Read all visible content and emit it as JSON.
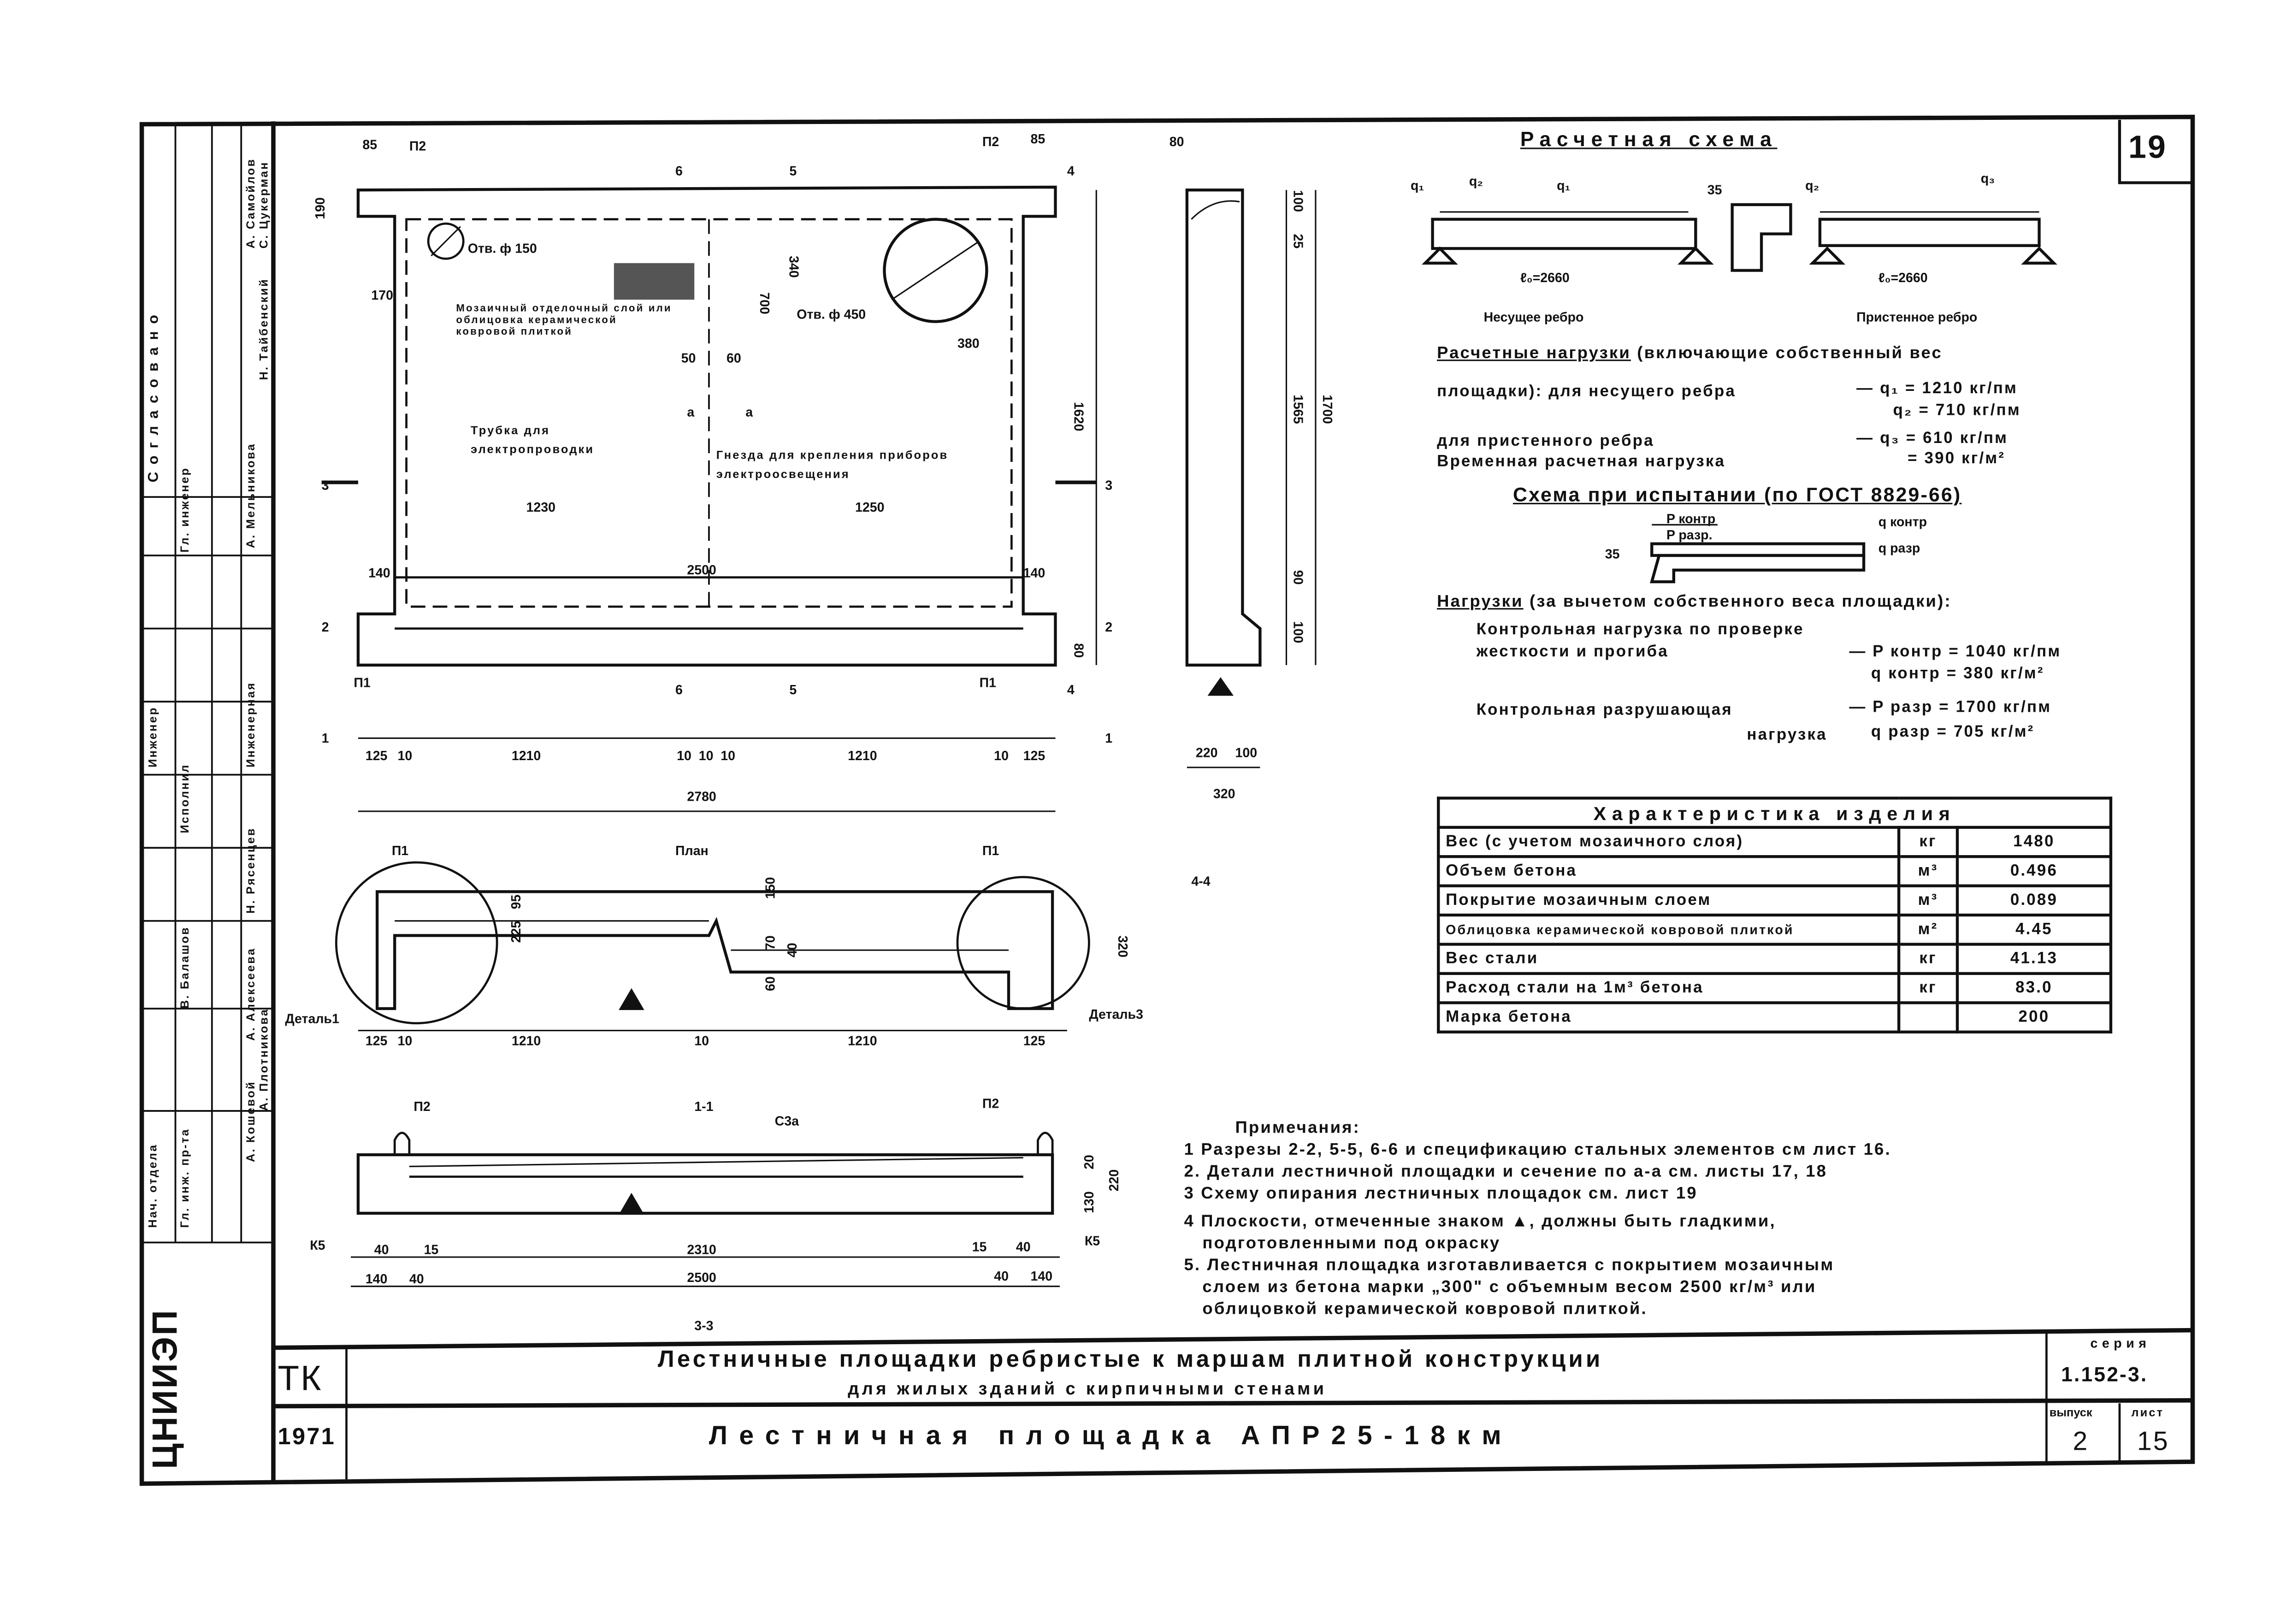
{
  "sheet_number": "19",
  "plan": {
    "title": "План",
    "labels": {
      "p2_left": "П2",
      "p2_right": "П2",
      "p1_left": "П1",
      "p1_right": "П1",
      "hole_small": "Отв. ф 150",
      "hole_large": "Отв. ф 450",
      "mosaic": "Мозаичный отделочный слой или облицовка керамической ковровой плиткой",
      "tube": "Трубка для электропроводки",
      "socket": "Гнезда для крепления приборов электроосвещения",
      "section_a": "а"
    },
    "dims": {
      "d85a": "85",
      "d85b": "85",
      "d190": "190",
      "d170": "170",
      "d340": "340",
      "d700": "700",
      "d380": "380",
      "d50": "50",
      "d60": "60",
      "d1230": "1230",
      "d1250": "1250",
      "d2500": "2500",
      "d140a": "140",
      "d140b": "140",
      "d1620": "1620",
      "d80": "80",
      "d125a": "125",
      "d10a": "10",
      "d1210a": "1210",
      "d10b": "10",
      "d10c": "10",
      "d10d": "10",
      "d1210b": "1210",
      "d10e": "10",
      "d125b": "125",
      "d2780": "2780"
    },
    "cuts": {
      "c6": "6",
      "c5": "5",
      "c4": "4",
      "c3": "3",
      "c2": "2",
      "c1": "1"
    }
  },
  "section_4_4": {
    "title": "4-4",
    "dims": {
      "d80": "80",
      "d100": "100",
      "d25": "25",
      "d1565": "1565",
      "d1700": "1700",
      "d90": "90",
      "d100b": "100",
      "d220": "220",
      "d100c": "100",
      "d320": "320"
    }
  },
  "section_1_1": {
    "title": "1-1",
    "labels": {
      "p1a": "П1",
      "p1b": "П1",
      "detail1": "Деталь1",
      "detail3": "Деталь3"
    },
    "dims": {
      "d225": "225",
      "d95": "95",
      "d320": "320",
      "d150": "150",
      "d70": "70",
      "d40": "40",
      "d60": "60",
      "d125a": "125",
      "d10a": "10",
      "d1210a": "1210",
      "d10b": "10",
      "d1210b": "1210",
      "d125b": "125"
    }
  },
  "section_3_3": {
    "title": "3-3",
    "labels": {
      "p2a": "П2",
      "p2b": "П2",
      "c3a": "С3а",
      "k5a": "К5",
      "k5b": "К5"
    },
    "dims": {
      "d40a": "40",
      "d15a": "15",
      "d2310": "2310",
      "d15b": "15",
      "d40b": "40",
      "d140a": "140",
      "d40c": "40",
      "d2500": "2500",
      "d40d": "40",
      "d140b": "140",
      "d130": "130",
      "d20": "20",
      "d220": "220"
    }
  },
  "calc_scheme": {
    "title": "Расчетная схема",
    "bearing_rib": "Несущее ребро",
    "wall_rib": "Пристенное ребро",
    "span_left": "ℓ₀=2660",
    "span_right": "ℓ₀=2660",
    "q_labels": [
      "q₁",
      "q₂",
      "q₁",
      "q₂",
      "q₃"
    ],
    "d35": "35"
  },
  "loads": {
    "heading": "Расчетные нагрузки",
    "heading_rest": "(включающие собственный вес",
    "line2": "площадки): для несущего ребра",
    "q1": "— q₁ = 1210 кг/пм",
    "q2": "q₂ = 710 кг/пм",
    "wall_rib": "для пристенного ребра",
    "q3": "— q₃ = 610 кг/пм",
    "temp": "Временная расчетная нагрузка",
    "temp_val": "= 390 кг/м²"
  },
  "test_scheme": {
    "title": "Схема при испытании (по ГОСТ 8829-66)",
    "d35": "35",
    "p_contr": "P контр",
    "p_razr": "P разр.",
    "q_contr": "q контр",
    "q_razr": "q разр"
  },
  "test_loads": {
    "heading": "Нагрузки",
    "heading_rest": "(за вычетом собственного веса площадки):",
    "control1": "Контрольная нагрузка по проверке",
    "control2": "жесткости и прогиба",
    "p_contr": "— P контр = 1040 кг/пм",
    "q_contr": "q контр = 380 кг/м²",
    "destr1": "Контрольная разрушающая",
    "destr2": "нагрузка",
    "p_razr": "— P разр = 1700 кг/пм",
    "q_razr": "q разр = 705 кг/м²"
  },
  "characteristics": {
    "title": "Характеристика изделия",
    "rows": [
      {
        "name": "Вес (с учетом мозаичного слоя)",
        "unit": "кг",
        "value": "1480"
      },
      {
        "name": "Объем бетона",
        "unit": "м³",
        "value": "0.496"
      },
      {
        "name": "Покрытие мозаичным слоем",
        "unit": "м³",
        "value": "0.089"
      },
      {
        "name": "Облицовка керамической ковровой плиткой",
        "unit": "м²",
        "value": "4.45"
      },
      {
        "name": "Вес стали",
        "unit": "кг",
        "value": "41.13"
      },
      {
        "name": "Расход стали на 1м³ бетона",
        "unit": "кг",
        "value": "83.0"
      },
      {
        "name": "Марка бетона",
        "unit": "",
        "value": "200"
      }
    ]
  },
  "notes": {
    "title": "Примечания:",
    "items": [
      "1 Разрезы 2-2, 5-5, 6-6 и спецификацию стальных элементов см лист 16.",
      "2. Детали лестничной площадки и сечение по а-а см. листы 17, 18",
      "3 Схему опирания лестничных площадок см. лист 19",
      "4 Плоскости, отмеченные знаком ▲, должны быть гладкими,",
      "   подготовленными под окраску",
      "5. Лестничная площадка изготавливается с покрытием мозаичным",
      "   слоем из бетона марки „300\" с объемным весом 2500 кг/м³ или",
      "   облицовкой керамической ковровой плиткой."
    ]
  },
  "title_block": {
    "org": "ТК",
    "year": "1971",
    "title1": "Лестничные площадки ребристые к маршам плитной конструкции",
    "title2": "для жилых зданий с кирпичными стенами",
    "drawing": "Лестничная площадка АПР25-18км",
    "series_label": "серия",
    "series": "1.152-3.",
    "issue_label": "выпуск",
    "issue": "2",
    "sheet_label": "лист",
    "sheet": "15",
    "stamp_logo": "ЦНИИЭП"
  },
  "side_stamp": {
    "agreed": "Согласовано",
    "roles": [
      "Гл. инженер",
      "Нач. отдела",
      "Гл. инж. пр-та",
      "Инженер",
      "Исполнил"
    ],
    "names": [
      "А. Самойлов",
      "С. Цукерман",
      "Н. Тайбенский",
      "А. Мельникова",
      "Н. Рясенцев",
      "А. Алексеева",
      "В. Балашов",
      "А. Кошевой",
      "А. Плотникова"
    ],
    "approved": "Инженерная"
  },
  "colors": {
    "ink": "#111111",
    "paper": "#ffffff"
  }
}
